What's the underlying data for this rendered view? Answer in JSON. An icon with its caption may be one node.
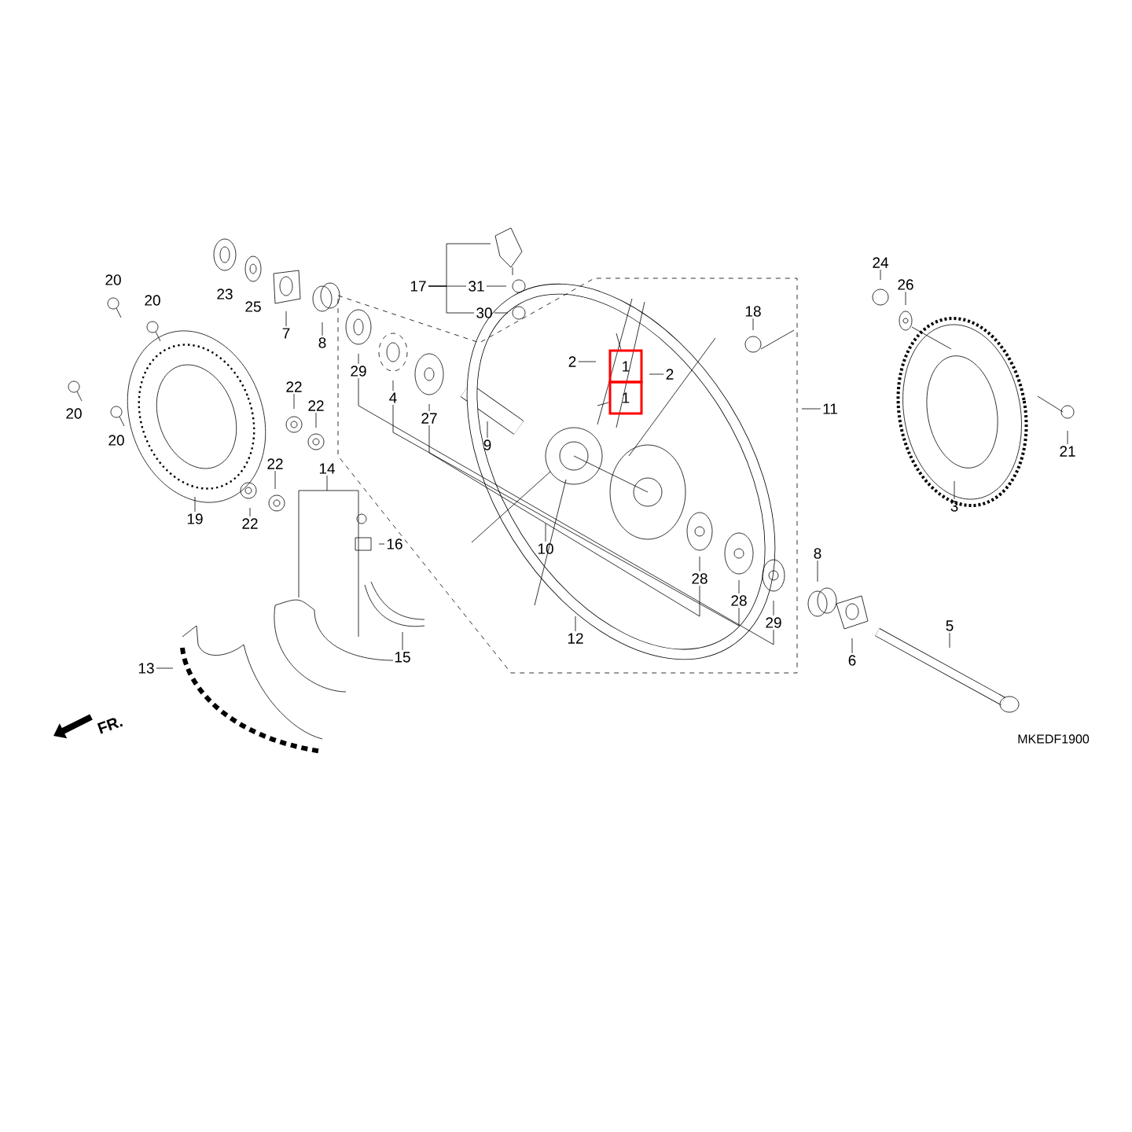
{
  "diagram": {
    "nodes": [
      {
        "text": [
          "20"
        ]
      },
      {
        "text": [
          "20"
        ]
      },
      {
        "text": [
          "20"
        ]
      },
      {
        "text": [
          "20"
        ]
      },
      {
        "text": [
          "23"
        ]
      },
      {
        "text": [
          "25"
        ]
      },
      {
        "text": [
          "7"
        ]
      },
      {
        "text": [
          "8"
        ]
      },
      {
        "text": [
          "29"
        ]
      },
      {
        "text": [
          "4"
        ]
      },
      {
        "text": [
          "27"
        ]
      },
      {
        "text": [
          "9"
        ]
      },
      {
        "text": [
          "19"
        ]
      },
      {
        "text": [
          "22"
        ]
      },
      {
        "text": [
          "22"
        ]
      },
      {
        "text": [
          "22"
        ]
      },
      {
        "text": [
          "22"
        ]
      },
      {
        "text": [
          "14"
        ]
      },
      {
        "text": [
          "16"
        ]
      },
      {
        "text": [
          "15"
        ]
      },
      {
        "text": [
          "13"
        ]
      },
      {
        "text": [
          "17"
        ]
      },
      {
        "text": [
          "31"
        ]
      },
      {
        "text": [
          "30"
        ]
      },
      {
        "text": [
          "18"
        ]
      },
      {
        "text": [
          "2"
        ]
      },
      {
        "text": [
          "1"
        ]
      },
      {
        "text": [
          "2"
        ]
      },
      {
        "text": [
          "1"
        ]
      },
      {
        "text": [
          "11"
        ]
      },
      {
        "text": [
          "10"
        ]
      },
      {
        "text": [
          "12"
        ]
      },
      {
        "text": [
          "28"
        ]
      },
      {
        "text": [
          "28"
        ]
      },
      {
        "text": [
          "29"
        ]
      },
      {
        "text": [
          "8"
        ]
      },
      {
        "text": [
          "6"
        ]
      },
      {
        "text": [
          "5"
        ]
      },
      {
        "text": [
          "24"
        ]
      },
      {
        "text": [
          "26"
        ]
      },
      {
        "text": [
          "3"
        ]
      },
      {
        "text": [
          "21"
        ]
      }
    ],
    "edges": [
      {
        "from": 6,
        "to": null,
        "arrow": "none"
      },
      {
        "from": 7,
        "to": null,
        "arrow": "none"
      },
      {
        "from": 8,
        "to": null,
        "arrow": "none"
      },
      {
        "from": 9,
        "to": null,
        "arrow": "none"
      },
      {
        "from": 10,
        "to": null,
        "arrow": "none"
      },
      {
        "from": 11,
        "to": null,
        "arrow": "none"
      },
      {
        "from": 8,
        "to": 34,
        "arrow": "none"
      },
      {
        "from": 9,
        "to": 33,
        "arrow": "none"
      },
      {
        "from": 10,
        "to": 32,
        "arrow": "none"
      },
      {
        "from": 12,
        "to": null,
        "arrow": "none"
      },
      {
        "from": 13,
        "to": null,
        "arrow": "none"
      },
      {
        "from": 14,
        "to": null,
        "arrow": "none"
      },
      {
        "from": 15,
        "to": null,
        "arrow": "none"
      },
      {
        "from": 16,
        "to": null,
        "arrow": "none"
      },
      {
        "from": 17,
        "to": null,
        "arrow": "none"
      },
      {
        "from": 18,
        "to": null,
        "arrow": "none"
      },
      {
        "from": 19,
        "to": null,
        "arrow": "none"
      },
      {
        "from": 20,
        "to": null,
        "arrow": "none"
      },
      {
        "from": 21,
        "to": null,
        "arrow": "none"
      },
      {
        "from": 21,
        "to": 22,
        "arrow": "none"
      },
      {
        "from": 21,
        "to": 23,
        "arrow": "none"
      },
      {
        "from": 22,
        "to": null,
        "arrow": "none"
      },
      {
        "from": 23,
        "to": null,
        "arrow": "none"
      },
      {
        "from": 24,
        "to": null,
        "arrow": "none"
      },
      {
        "from": 25,
        "to": null,
        "arrow": "none"
      },
      {
        "from": 26,
        "to": null,
        "arrow": "none"
      },
      {
        "from": 27,
        "to": null,
        "arrow": "none"
      },
      {
        "from": 28,
        "to": null,
        "arrow": "none"
      },
      {
        "from": 29,
        "to": null,
        "arrow": "none"
      },
      {
        "from": 30,
        "to": null,
        "arrow": "none"
      },
      {
        "from": 31,
        "to": null,
        "arrow": "none"
      },
      {
        "from": 32,
        "to": null,
        "arrow": "none"
      },
      {
        "from": 33,
        "to": null,
        "arrow": "none"
      },
      {
        "from": 34,
        "to": null,
        "arrow": "none"
      },
      {
        "from": 35,
        "to": null,
        "arrow": "none"
      },
      {
        "from": 36,
        "to": null,
        "arrow": "none"
      },
      {
        "from": 37,
        "to": null,
        "arrow": "none"
      },
      {
        "from": 38,
        "to": null,
        "arrow": "none"
      },
      {
        "from": 39,
        "to": null,
        "arrow": "none"
      },
      {
        "from": 40,
        "to": null,
        "arrow": "none"
      },
      {
        "from": 41,
        "to": null,
        "arrow": "none"
      }
    ],
    "labels": [
      "FR.",
      "MKEDF1900"
    ]
  }
}
